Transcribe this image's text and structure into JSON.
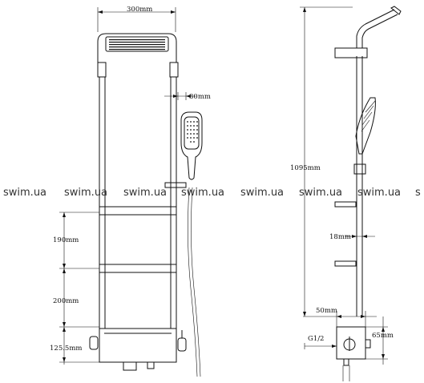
{
  "dimensions": {
    "width_top": "300mm",
    "handshower_offset": "30mm",
    "height_total": "1095mm",
    "shelf_spacing_1": "190mm",
    "shelf_spacing_2": "200mm",
    "base_height": "125.5mm",
    "column_diameter": "18mm",
    "mixer_depth": "50mm",
    "mixer_width": "65mm",
    "thread": "G1/2"
  },
  "watermark": {
    "text": "swim.ua",
    "partial": "s"
  }
}
